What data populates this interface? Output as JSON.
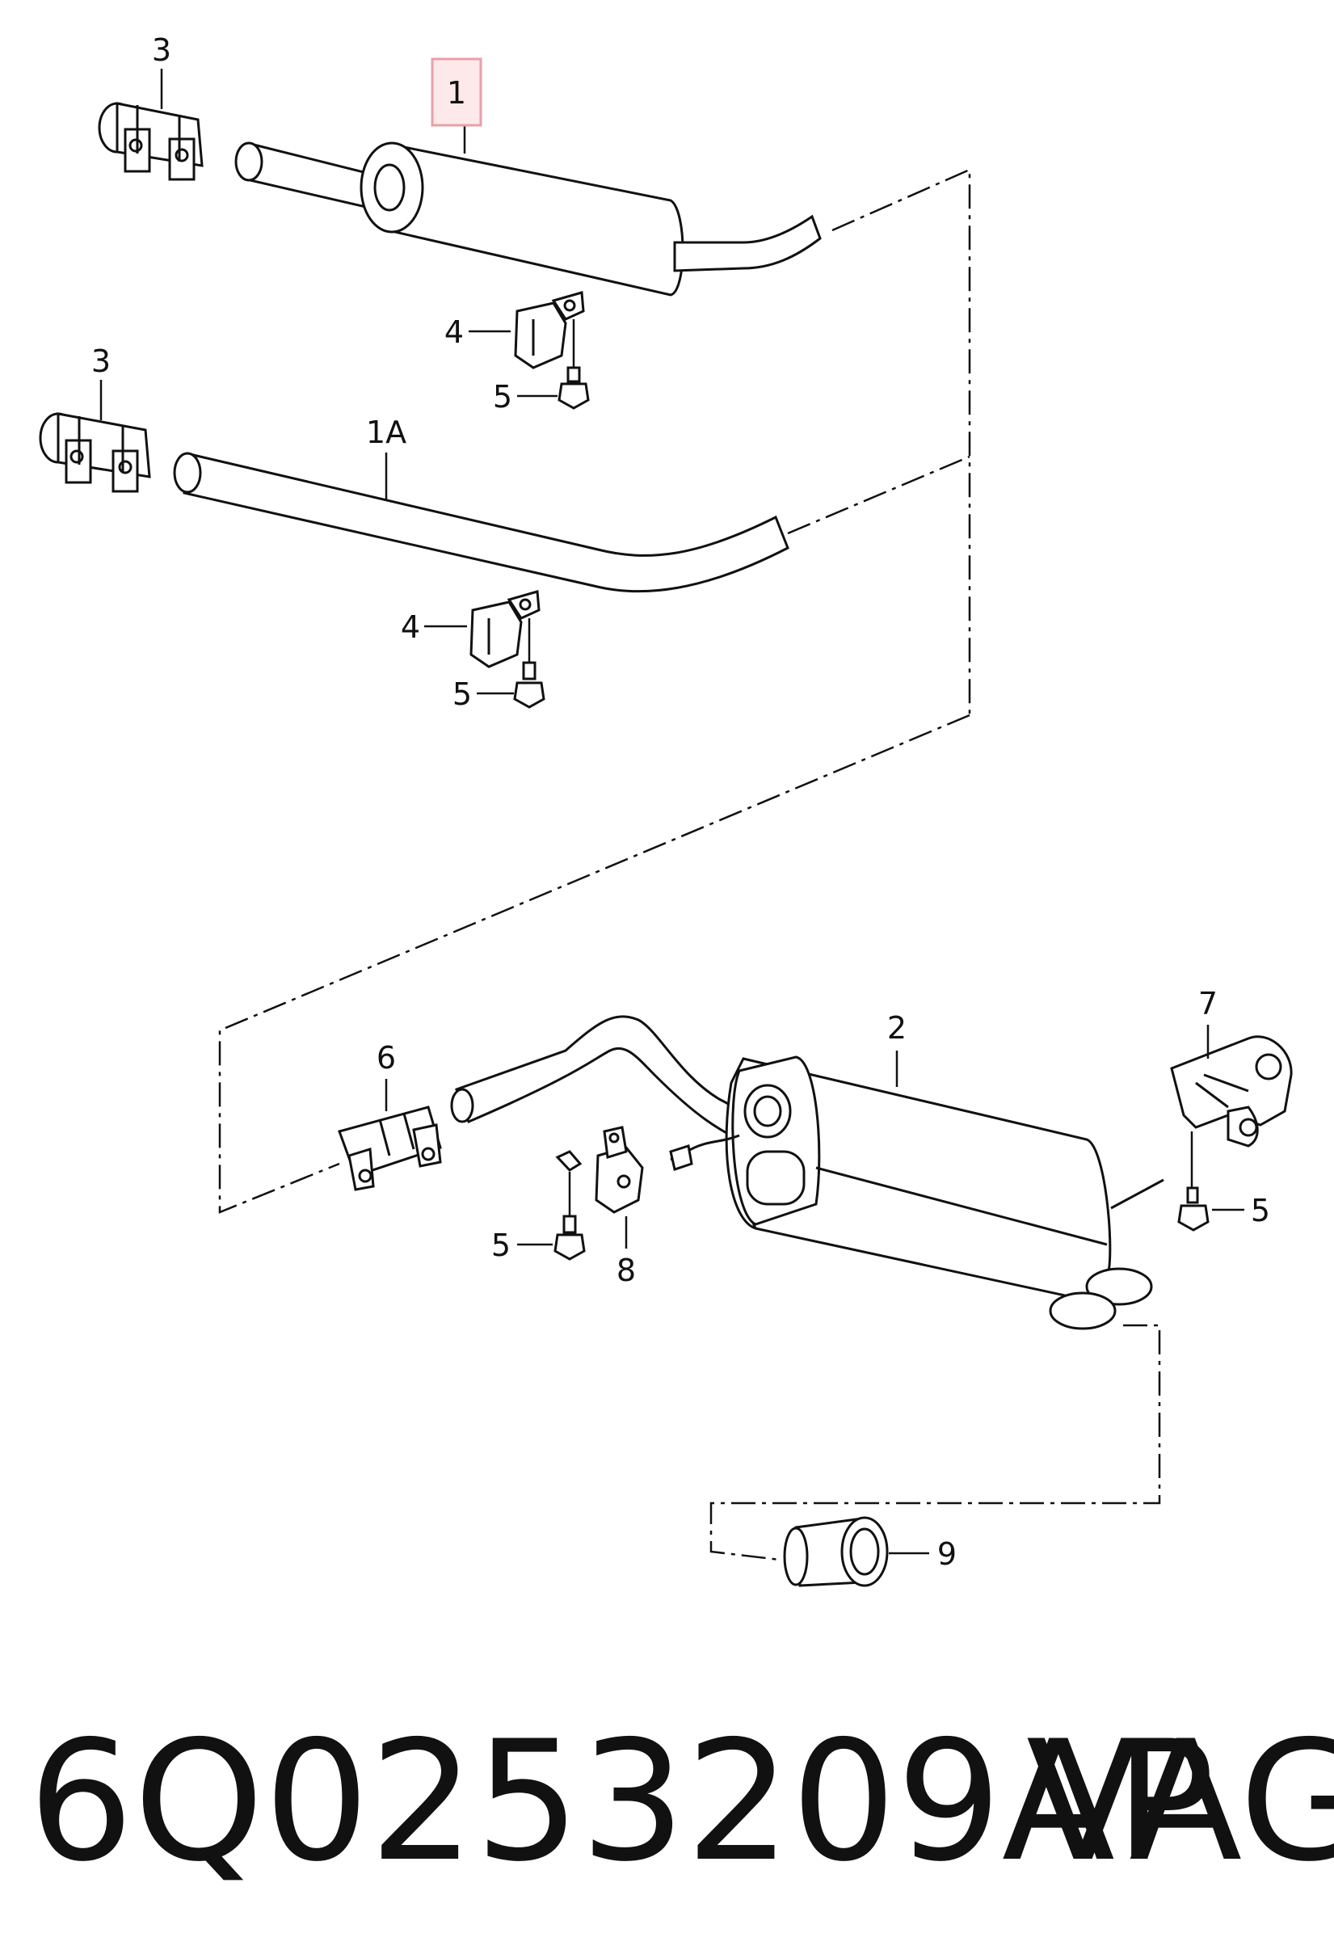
{
  "diagram": {
    "callouts": {
      "c1": "1",
      "c1A": "1A",
      "c2": "2",
      "c3a": "3",
      "c3b": "3",
      "c4a": "4",
      "c4b": "4",
      "c5a": "5",
      "c5b": "5",
      "c5c": "5",
      "c5d": "5",
      "c6": "6",
      "c7": "7",
      "c8": "8",
      "c9": "9"
    },
    "highlight_color": "#e8a0a8"
  },
  "footer": {
    "part_number": "6Q0253209AP",
    "brand": "VAG"
  }
}
